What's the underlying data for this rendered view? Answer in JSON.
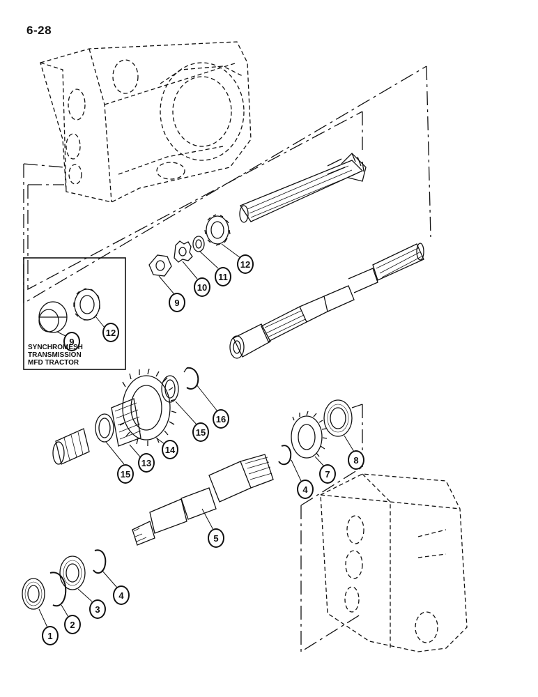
{
  "page_number": "6-28",
  "inset_caption": {
    "line1": "SYNCHROMESH",
    "line2": "TRANSMISSION",
    "line3": "MFD TRACTOR"
  },
  "callouts": {
    "c1": "1",
    "c2": "2",
    "c3": "3",
    "c4a": "4",
    "c4b": "4",
    "c5": "5",
    "c7": "7",
    "c8": "8",
    "c9a": "9",
    "c9b": "9",
    "c10": "10",
    "c11": "11",
    "c12a": "12",
    "c12b": "12",
    "c13": "13",
    "c14": "14",
    "c15a": "15",
    "c15b": "15",
    "c16": "16"
  }
}
